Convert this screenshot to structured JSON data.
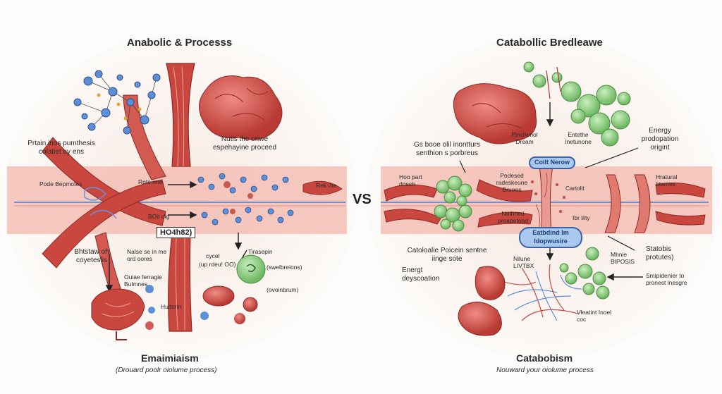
{
  "left": {
    "title": "Anabolic & Processs",
    "labels": {
      "protein": "Prtain inos pumthesis colatiet uy ens",
      "nuts": "Nutls the oriwe espehayine proceed",
      "pode": "Pode Bepmotes",
      "rote": "Rote ene",
      "rek": "Rek Ihe",
      "boit": "BOit olg",
      "code_box": "HO4h82)",
      "bhstaw": "Bhtstaw oh coyeteslis",
      "nalse": "Nalse se in me ord oores",
      "ouiae": "Ouiae ferragie Bulmnes",
      "huiterin": "Huiterin",
      "tirasepin": "Tirasepin",
      "cycel": "cycel",
      "upd": "(up rdeu! OO)",
      "sweibreions": "(swelbreions)",
      "ovoinbrum": "(ovoinbrum)"
    },
    "bottom_title": "Emaimiaism",
    "bottom_subtitle": "(Drouard poolr oiolume process)"
  },
  "vs_label": "VS",
  "right": {
    "title": "Catabollic Bredleawe",
    "labels": {
      "gs": "Gs booe olil inontturs senthion s porbreus",
      "pinchenol": "Pinchenol Dream",
      "entethe": "Entethe Inetunone",
      "energy_prod": "Energy prodopation origint",
      "pill_top": "Coilt Nerow",
      "hoo": "Hoo part dnsch",
      "podesd": "Podesed radeskeune Bruees",
      "cartolit": "Cartolit",
      "hratural": "Hratural btames",
      "nathned": "Nathned proapetond",
      "ibr": "Ibr lilty",
      "pill_mid": "Eatbdind Im Idopwusire",
      "catoloalie": "Catoloalie Poicein sentne iinge sote",
      "nilune": "Nilune LIVTBX",
      "mhnie": "Mhnie BIPOSIS",
      "statobis": "Statobis protutes)",
      "energt": "Energt deyscoation",
      "simpidenier": "Smipidenier to pronest lnesgre",
      "vleatint": "Vleatint Inoel coc"
    },
    "bottom_title": "Catabobism",
    "bottom_subtitle": "Nouward your oiolume process"
  },
  "colors": {
    "band": "#f3b8ae",
    "tissue": "#c9473f",
    "protein_blue": "#5c8fd6",
    "cell_green": "#9bd48c",
    "pill_fill": "#a9c9ee"
  }
}
